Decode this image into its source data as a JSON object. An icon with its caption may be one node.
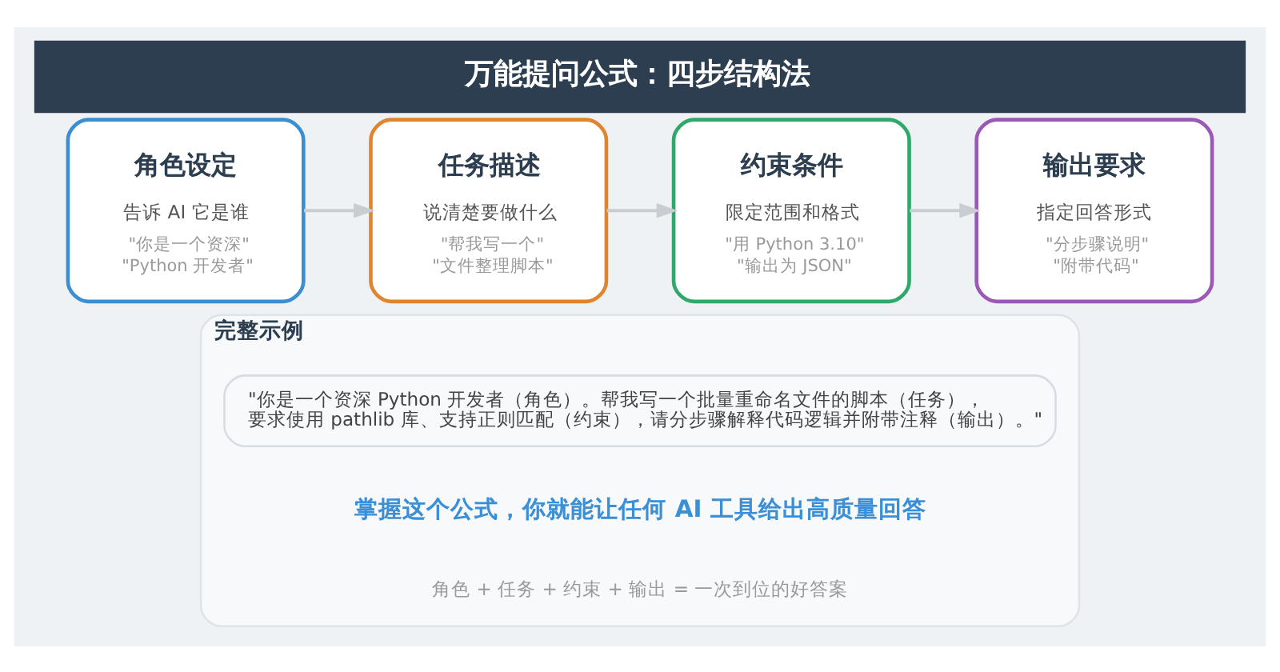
{
  "diagram": {
    "title": "万能提问公式：四步结构法",
    "nodes": [
      {
        "text": [
          "角色设定",
          "告诉 AI 它是谁",
          "\"你是一个资深\"",
          "\"Python 开发者\""
        ]
      },
      {
        "text": [
          "任务描述",
          "说清楚要做什么",
          "\"帮我写一个\"",
          "\"文件整理脚本\""
        ]
      },
      {
        "text": [
          "约束条件",
          "限定范围和格式",
          "\"用 Python 3.10\"",
          "\"输出为 JSON\""
        ]
      },
      {
        "text": [
          "输出要求",
          "指定回答形式",
          "\"分步骤说明\"",
          "\"附带代码\""
        ]
      },
      {
        "text": [
          "完整示例"
        ]
      },
      {
        "text": [
          "\"你是一个资深 Python 开发者（角色）。帮我写一个批量重命名文件的脚本（任务），要求使用 pathlib 库、支持正则匹配（约束），请分步骤解释代码逻辑并附带注释（输出）。\""
        ],
        "in": 4
      }
    ],
    "edges": [
      {
        "from": 0,
        "to": 1,
        "arrow": "to"
      },
      {
        "from": 1,
        "to": 2,
        "arrow": "to"
      },
      {
        "from": 2,
        "to": 3,
        "arrow": "to"
      }
    ],
    "labels": [
      "掌握这个公式，你就能让任何 AI 工具给出高质量回答",
      "角色 + 任务 + 约束 + 输出 = 一次到位的好答案"
    ]
  }
}
